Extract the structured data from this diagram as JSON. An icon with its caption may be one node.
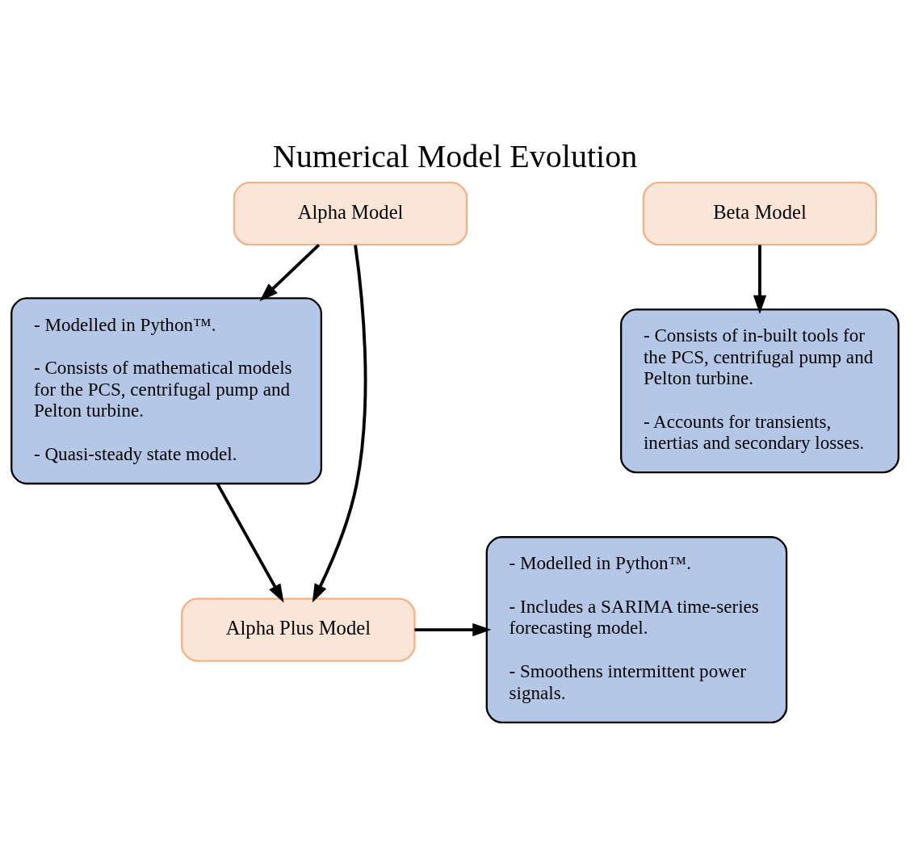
{
  "diagram": {
    "title": "Numerical Model Evolution",
    "nodes": [
      {
        "text": [
          "Alpha Model"
        ]
      },
      {
        "text": [
          "Beta Model"
        ]
      },
      {
        "text": [
          "- Modelled in Python™.",
          "- Consists of mathematical models for the PCS, centrifugal pump and Pelton turbine.",
          "- Quasi-steady state model."
        ]
      },
      {
        "text": [
          "- Consists of in-built tools for the PCS, centrifugal pump and Pelton turbine.",
          "- Accounts for transients, inertias and secondary losses."
        ]
      },
      {
        "text": [
          "Alpha Plus Model"
        ]
      },
      {
        "text": [
          "- Modelled in Python™.",
          "- Includes a SARIMA time-series forecasting model.",
          "- Smoothens intermittent power signals."
        ]
      }
    ],
    "edges": [
      {
        "from": 0,
        "to": 2,
        "arrow": "to"
      },
      {
        "from": 1,
        "to": 3,
        "arrow": "to"
      },
      {
        "from": 2,
        "to": 4,
        "arrow": "to"
      },
      {
        "from": 0,
        "to": 4,
        "arrow": "to"
      },
      {
        "from": 4,
        "to": 5,
        "arrow": "to"
      }
    ]
  }
}
